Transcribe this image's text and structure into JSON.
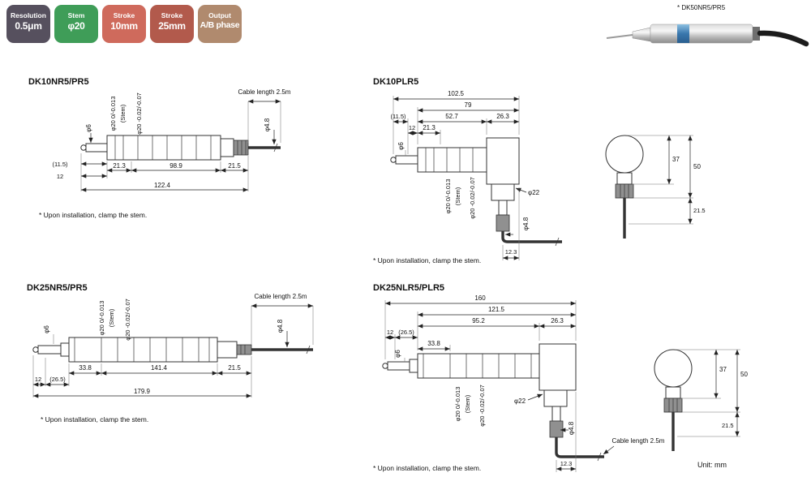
{
  "badges": [
    {
      "label": "Resolution",
      "value": "0.5μm",
      "color": "#56505e"
    },
    {
      "label": "Stem",
      "value": "φ20",
      "color": "#3f9d58"
    },
    {
      "label": "Stroke",
      "value": "10mm",
      "color": "#cf6a5c"
    },
    {
      "label": "Stroke",
      "value": "25mm",
      "color": "#b25a4c"
    },
    {
      "label": "Output",
      "value": "A/B phase",
      "color": "#b08a6e"
    }
  ],
  "product": {
    "label": "* DK50NR5/PR5"
  },
  "note": "* Upon installation, clamp the stem.",
  "unit_label": "Unit: mm",
  "d1": {
    "title": "DK10NR5/PR5",
    "cable": "Cable length 2.5m",
    "phi6": "φ6",
    "phi20_stem": "φ20 0/-0.013",
    "stem": "(Stem)",
    "phi20_2": "φ20 -0.02/-0.07",
    "phi48": "φ4.8",
    "d115": "(11.5)",
    "d12": "12",
    "d213": "21.3",
    "d989": "98.9",
    "d215": "21.5",
    "d1224": "122.4"
  },
  "d2": {
    "title": "DK10PLR5",
    "d1025": "102.5",
    "d79": "79",
    "d115": "(11.5)",
    "d527": "52.7",
    "d263": "26.3",
    "d12": "12",
    "d213": "21.3",
    "phi6": "φ6",
    "phi20_stem": "φ20 0/-0.013",
    "stem": "(Stem)",
    "phi20_2": "φ20 -0.02/-0.07",
    "phi22": "φ22",
    "phi48": "φ4.8",
    "d123": "12.3",
    "d37": "37",
    "d50": "50",
    "d215": "21.5"
  },
  "d3": {
    "title": "DK25NR5/PR5",
    "cable": "Cable length 2.5m",
    "phi6": "φ6",
    "phi20_stem": "φ20 0/-0.013",
    "stem": "(Stem)",
    "phi20_2": "φ20 -0.02/-0.07",
    "phi48": "φ4.8",
    "d12": "12",
    "d265": "(26.5)",
    "d338": "33.8",
    "d1414": "141.4",
    "d215": "21.5",
    "d1799": "179.9"
  },
  "d4": {
    "title": "DK25NLR5/PLR5",
    "d160": "160",
    "d1215": "121.5",
    "d952": "95.2",
    "d263": "26.3",
    "d12": "12",
    "d265": "(26.5)",
    "d338": "33.8",
    "phi6": "φ6",
    "phi22": "φ22",
    "phi20_stem": "φ20 0/-0.013",
    "stem": "(Stem)",
    "phi20_2": "φ20 -0.02/-0.07",
    "d123": "12.3",
    "phi48": "φ4.8",
    "cable": "Cable length 2.5m",
    "d37": "37",
    "d50": "50",
    "d215": "21.5"
  }
}
